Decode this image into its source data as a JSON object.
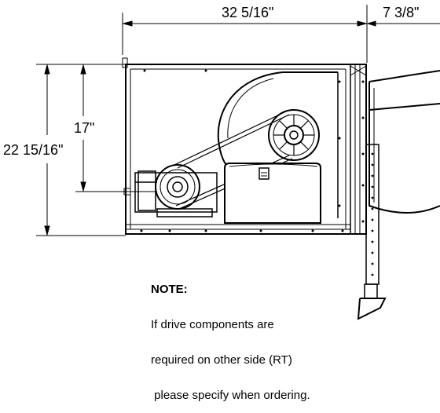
{
  "dimensions": {
    "overall_width": "32 5/16\"",
    "hood_depth": "7 3/8\"",
    "overall_height": "22 15/16\"",
    "shaft_height": "17\""
  },
  "note": {
    "title": "NOTE:",
    "lines": [
      "If drive components are",
      "required on other side (RT)",
      " please specify when ordering."
    ]
  },
  "colors": {
    "line": "#000000",
    "background": "#ffffff"
  }
}
